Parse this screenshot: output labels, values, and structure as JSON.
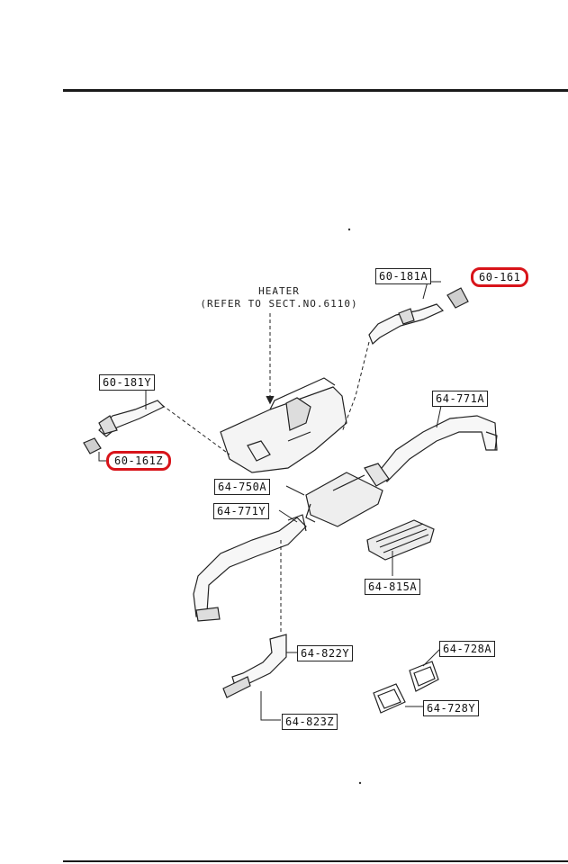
{
  "heater": {
    "line1": "HEATER",
    "line2": "(REFER TO SECT.NO.6110)"
  },
  "parts": {
    "p60_181A": "60-181A",
    "p60_161": "60-161",
    "p60_181Y": "60-181Y",
    "p60_161Z": "60-161Z",
    "p64_771A": "64-771A",
    "p64_750A": "64-750A",
    "p64_771Y": "64-771Y",
    "p64_815A": "64-815A",
    "p64_822Y": "64-822Y",
    "p64_823Z": "64-823Z",
    "p64_728A": "64-728A",
    "p64_728Y": "64-728Y"
  },
  "highlight_color": "#d8141a"
}
